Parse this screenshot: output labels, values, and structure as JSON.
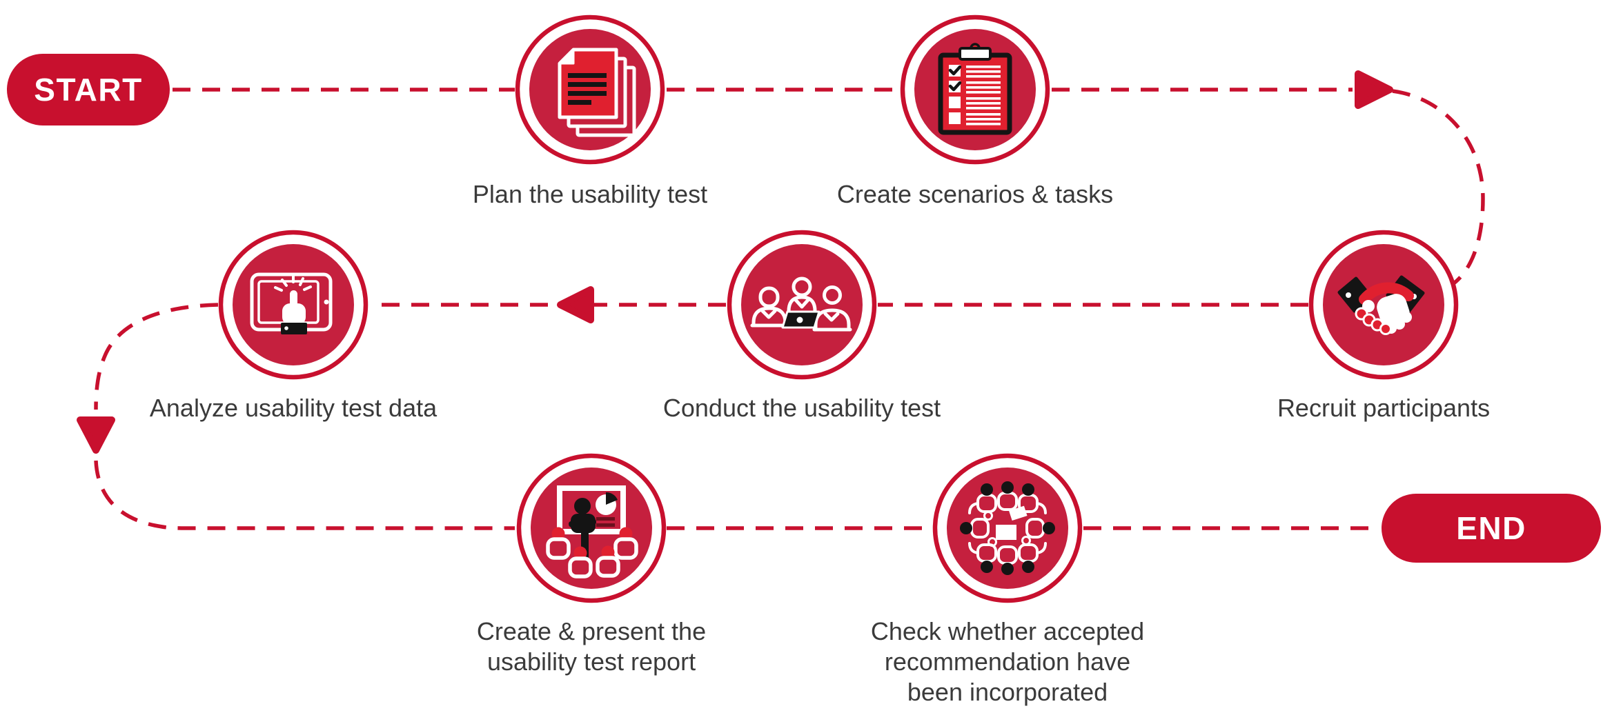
{
  "diagram_title": "Usability testing process flow",
  "colors": {
    "accent_red": "#C8102E",
    "circle_fill_red": "#C5203E",
    "icon_bright_red": "#E0202F",
    "icon_black": "#141414",
    "label_text": "#3A3A3A",
    "background": "#FFFFFF"
  },
  "start": {
    "label": "START"
  },
  "end": {
    "label": "END"
  },
  "flow": [
    "start",
    "plan",
    "scenarios",
    "recruit",
    "conduct",
    "analyze",
    "report",
    "check",
    "end"
  ],
  "steps": [
    {
      "id": "plan",
      "label": "Plan the usability test",
      "icon": "documents-icon"
    },
    {
      "id": "scenarios",
      "label": "Create scenarios & tasks",
      "icon": "clipboard-checklist-icon"
    },
    {
      "id": "recruit",
      "label": "Recruit participants",
      "icon": "handshake-icon"
    },
    {
      "id": "conduct",
      "label": "Conduct the usability test",
      "icon": "people-laptop-icon"
    },
    {
      "id": "analyze",
      "label": "Analyze usability test data",
      "icon": "tablet-touch-icon"
    },
    {
      "id": "report",
      "label": "Create & present the usability test report",
      "lines": [
        "Create & present the",
        "usability test report"
      ],
      "icon": "presentation-icon"
    },
    {
      "id": "check",
      "label": "Check whether accepted recommendation have been incorporated",
      "lines": [
        "Check whether accepted",
        "recommendation have",
        "been incorporated"
      ],
      "icon": "roundtable-icon"
    }
  ]
}
